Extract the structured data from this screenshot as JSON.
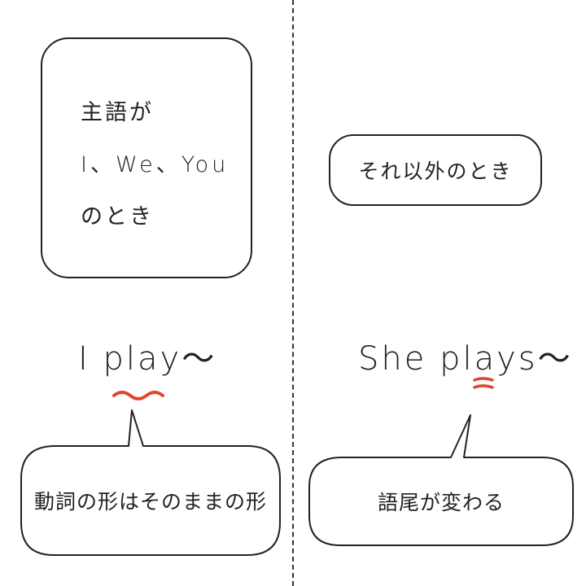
{
  "subject_box": {
    "line1": "主語が",
    "line2": "I、We、You",
    "line3": "のとき"
  },
  "other_box": {
    "label": "それ以外のとき"
  },
  "examples": {
    "left_sentence": "I play～",
    "right_sentence": "She plays～"
  },
  "callouts": {
    "left": "動詞の形はそのままの形",
    "right": "語尾が変わる"
  },
  "colors": {
    "ink": "#222222",
    "highlight": "#e0452a"
  }
}
